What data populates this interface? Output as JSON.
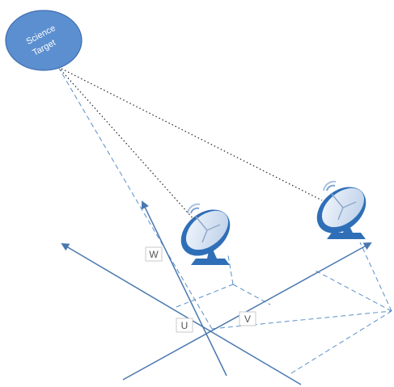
{
  "target": {
    "line1": "Science",
    "line2": "Target"
  },
  "axes": {
    "w_label": "W",
    "u_label": "U",
    "v_label": "V"
  },
  "colors": {
    "target_fill": "#5b8fd0",
    "axis": "#4a78b0",
    "dashed": "#5a8fc8",
    "dotted": "#222222",
    "dish_dark": "#2f6fb8",
    "dish_light": "#d6e3f3",
    "label_box": "#c8c8c8"
  },
  "icons": [
    "satellite-dish-icon",
    "satellite-dish-icon"
  ]
}
